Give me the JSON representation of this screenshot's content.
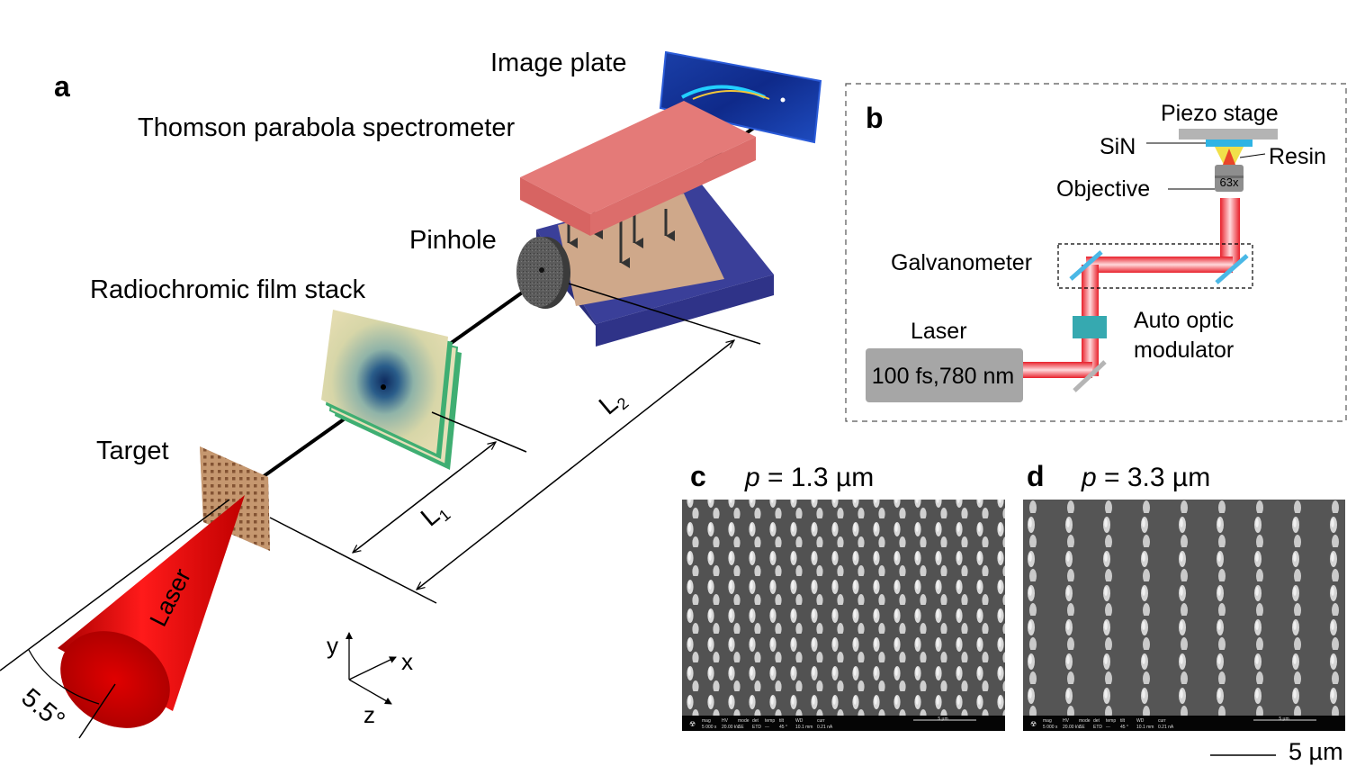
{
  "panel_a": {
    "label": "a",
    "image_plate": "Image plate",
    "spectrometer": "Thomson parabola spectrometer",
    "pinhole": "Pinhole",
    "film_stack": "Radiochromic film stack",
    "target": "Target",
    "laser": "Laser",
    "angle": "5.5°",
    "l1": "L",
    "l1_sub": "1",
    "l2": "L",
    "l2_sub": "2",
    "axis_y": "y",
    "axis_x": "x",
    "axis_z": "z"
  },
  "panel_b": {
    "label": "b",
    "piezo_stage": "Piezo stage",
    "sin": "SiN",
    "resin": "Resin",
    "objective": "Objective",
    "magnification": "63x",
    "galvanometer": "Galvanometer",
    "laser": "Laser",
    "laser_spec": "100 fs,780 nm",
    "aom_line1": "Auto optic",
    "aom_line2": "modulator"
  },
  "panel_c": {
    "label": "c",
    "p_symbol": "p",
    "p_value": " = 1.3 µm"
  },
  "panel_d": {
    "label": "d",
    "p_symbol": "p",
    "p_value": " = 3.3 µm"
  },
  "sem_bar": {
    "headers": [
      "mag",
      "HV",
      "mode",
      "det",
      "temp",
      "tilt",
      "WD",
      "curr"
    ],
    "values": [
      "5 000 x",
      "20.00 kV",
      "SE",
      "ETD",
      "---",
      "45 °",
      "10.1 mm",
      "0.21 nA"
    ],
    "scale": "5 µm"
  },
  "scale_bar": "5 µm",
  "colors": {
    "spectrometer_top": "#e47a78",
    "spectrometer_base": "#3a3f99",
    "beam_red": "#e8202a",
    "laser_box": "#a6a6a6",
    "aom": "#36a9b0",
    "sem_bg": "#4e4e4e",
    "film_green": "#3fae72"
  }
}
